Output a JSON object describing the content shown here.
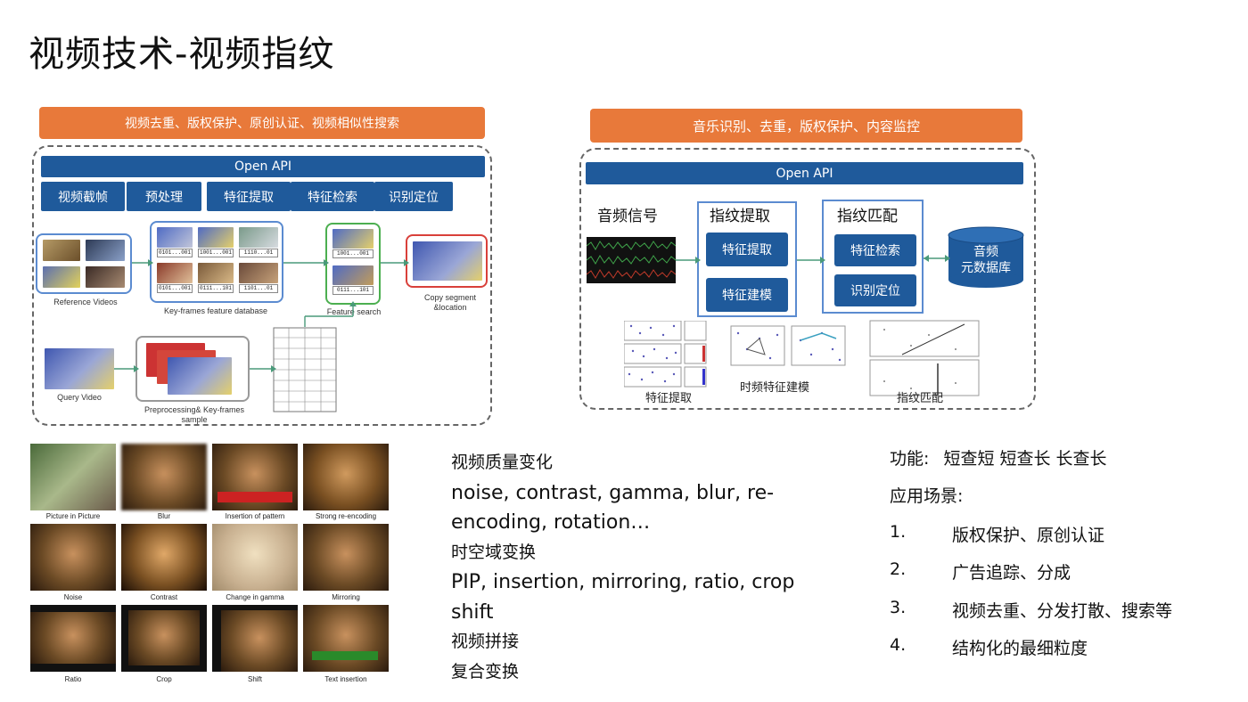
{
  "title": "视频技术-视频指纹",
  "video_diagram": {
    "top_bar": "视频去重、版权保护、原创认证、视频相似性搜索",
    "api": "Open API",
    "modules": [
      "视频截帧",
      "预处理",
      "特征提取",
      "特征检索",
      "识别定位"
    ],
    "captions": {
      "reference": "Reference Videos",
      "keyframes": "Key-frames feature database",
      "feature_search": "Feature search",
      "copy_segment": "Copy segment &location",
      "query": "Query Video",
      "preprocessing": "Preprocessing& Key-frames sample"
    },
    "bit_codes": [
      "0101...001",
      "1001...001",
      "1110...01",
      "0101...001",
      "0111...101",
      "1101...01",
      "1001...001",
      "0111...101"
    ]
  },
  "audio_diagram": {
    "top_bar": "音乐识别、去重，版权保护、内容监控",
    "api": "Open API",
    "signal_label": "音频信号",
    "extract_title": "指纹提取",
    "extract_buttons": [
      "特征提取",
      "特征建模"
    ],
    "match_title": "指纹匹配",
    "match_buttons": [
      "特征检索",
      "识别定位"
    ],
    "db_label": "音频\n元数据库",
    "bottom_labels": [
      "特征提取",
      "时频特征建模",
      "指纹匹配"
    ]
  },
  "transform_grid": {
    "labels": [
      "Picture in Picture",
      "Blur",
      "Insertion of pattern",
      "Strong re-encoding",
      "Noise",
      "Contrast",
      "Change in gamma",
      "Mirroring",
      "Ratio",
      "Crop",
      "Shift",
      "Text insertion"
    ]
  },
  "mid_text": {
    "lines": [
      "视频质量变化",
      "noise, contrast, gamma, blur, re-",
      "encoding, rotation…",
      "时空域变换",
      "PIP, insertion, mirroring, ratio, crop",
      "shift",
      "视频拼接",
      "复合变换"
    ]
  },
  "right_text": {
    "function_label": "功能:",
    "function_value": "短查短 短查长 长查长",
    "scenario_label": "应用场景:",
    "items": [
      {
        "num": "1.",
        "text": "版权保护、原创认证"
      },
      {
        "num": "2.",
        "text": "广告追踪、分成"
      },
      {
        "num": "3.",
        "text": "视频去重、分发打散、搜索等"
      },
      {
        "num": "4.",
        "text": "结构化的最细粒度"
      }
    ]
  },
  "colors": {
    "orange": "#E8793A",
    "blue": "#1F5A9B",
    "frame_blue": "#5B8BD0",
    "green": "#4CAF50",
    "red": "#D9403A"
  }
}
